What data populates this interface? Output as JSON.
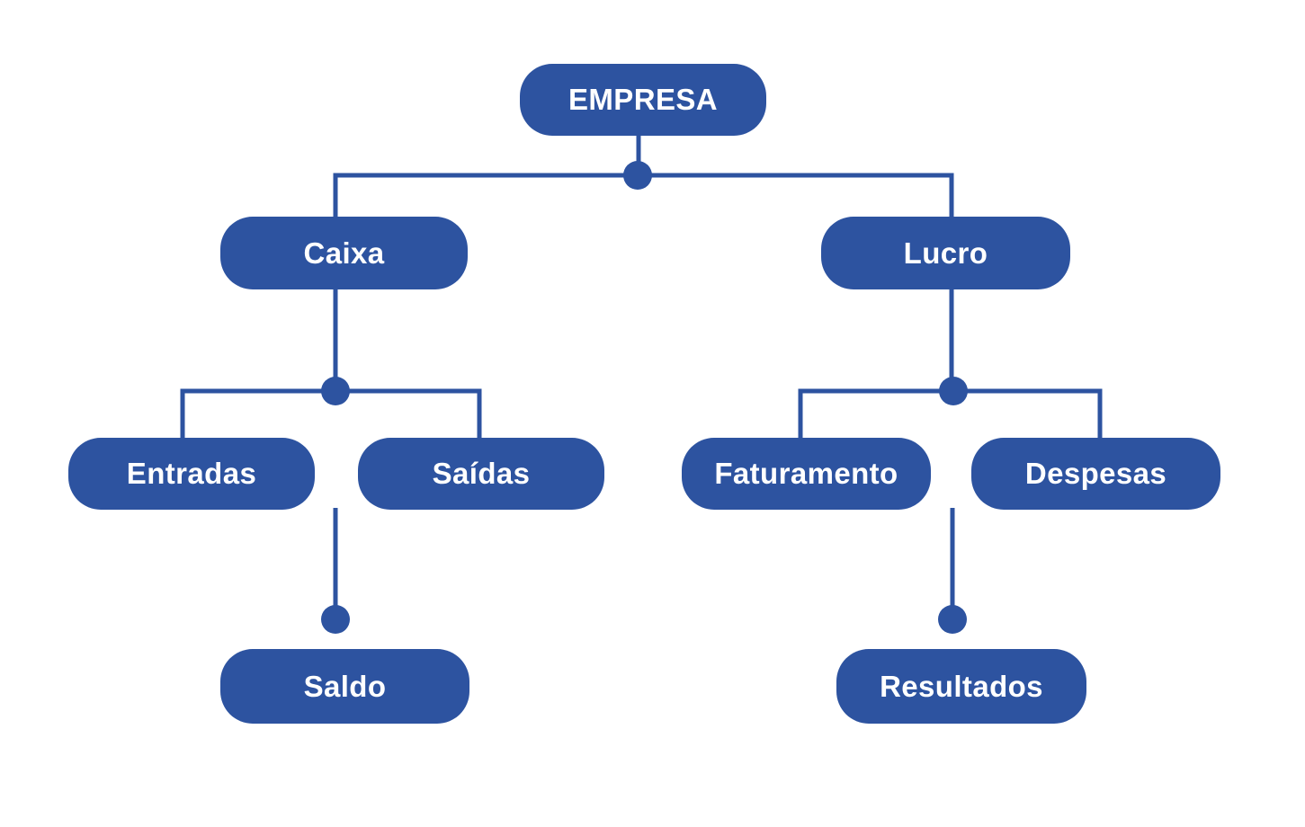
{
  "diagram": {
    "type": "org-tree",
    "language": "pt-BR",
    "background_color": "#FFFFFF",
    "node_color": "#2D53A0",
    "connector_color": "#2D53A0",
    "text_color": "#FFFFFF",
    "nodes": [
      {
        "label": "EMPRESA",
        "level": 0,
        "parent": null
      },
      {
        "label": "Caixa",
        "level": 1,
        "parent": "EMPRESA"
      },
      {
        "label": "Lucro",
        "level": 1,
        "parent": "EMPRESA"
      },
      {
        "label": "Entradas",
        "level": 2,
        "parent": "Caixa"
      },
      {
        "label": "Saídas",
        "level": 2,
        "parent": "Caixa"
      },
      {
        "label": "Faturamento",
        "level": 2,
        "parent": "Lucro"
      },
      {
        "label": "Despesas",
        "level": 2,
        "parent": "Lucro"
      },
      {
        "label": "Saldo",
        "level": 3,
        "parent": "Caixa"
      },
      {
        "label": "Resultados",
        "level": 3,
        "parent": "Lucro"
      }
    ]
  }
}
